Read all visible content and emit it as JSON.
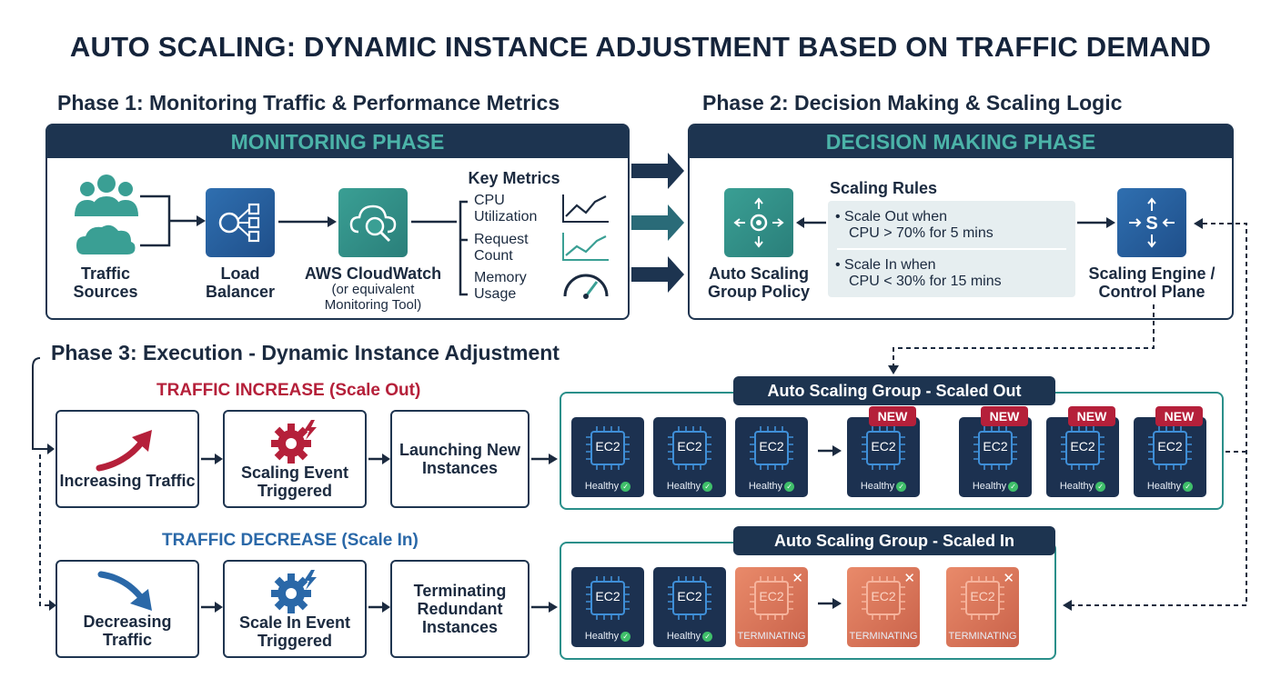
{
  "title": "AUTO SCALING: DYNAMIC INSTANCE ADJUSTMENT BASED ON TRAFFIC DEMAND",
  "phase1": {
    "heading": "Phase 1: Monitoring Traffic & Performance Metrics",
    "panel_title": "MONITORING PHASE",
    "traffic_sources": "Traffic Sources",
    "load_balancer": "Load Balancer",
    "cloudwatch": "AWS CloudWatch",
    "cloudwatch_note": "(or equivalent Monitoring Tool)",
    "metrics_title": "Key Metrics",
    "metrics": [
      "CPU Utilization",
      "Request Count",
      "Memory Usage"
    ]
  },
  "phase2": {
    "heading": "Phase 2: Decision Making & Scaling Logic",
    "panel_title": "DECISION MAKING PHASE",
    "policy": "Auto Scaling Group Policy",
    "rules_title": "Scaling Rules",
    "rule_out_1": "• Scale Out when",
    "rule_out_2": "CPU > 70% for 5 mins",
    "rule_in_1": "• Scale In when",
    "rule_in_2": "CPU < 30% for 15 mins",
    "engine": "Scaling Engine / Control Plane",
    "engine_glyph": "S"
  },
  "phase3": {
    "heading": "Phase 3: Execution - Dynamic Instance Adjustment",
    "increase_title": "TRAFFIC INCREASE (Scale Out)",
    "decrease_title": "TRAFFIC DECREASE (Scale In)",
    "increase_steps": [
      "Increasing Traffic",
      "Scaling Event Triggered",
      "Launching New Instances"
    ],
    "decrease_steps": [
      "Decreasing Traffic",
      "Scale In Event Triggered",
      "Terminating Redundant Instances"
    ],
    "group_out_title": "Auto Scaling Group - Scaled Out",
    "group_in_title": "Auto Scaling Group - Scaled In",
    "instance_name": "EC2",
    "healthy": "Healthy",
    "terminating": "TERMINATING",
    "new_badge": "NEW"
  },
  "colors": {
    "navy": "#1d3450",
    "teal": "#3a9f94",
    "red": "#b5203a",
    "blue": "#2a68a8",
    "terminate": "#e07a5c"
  }
}
